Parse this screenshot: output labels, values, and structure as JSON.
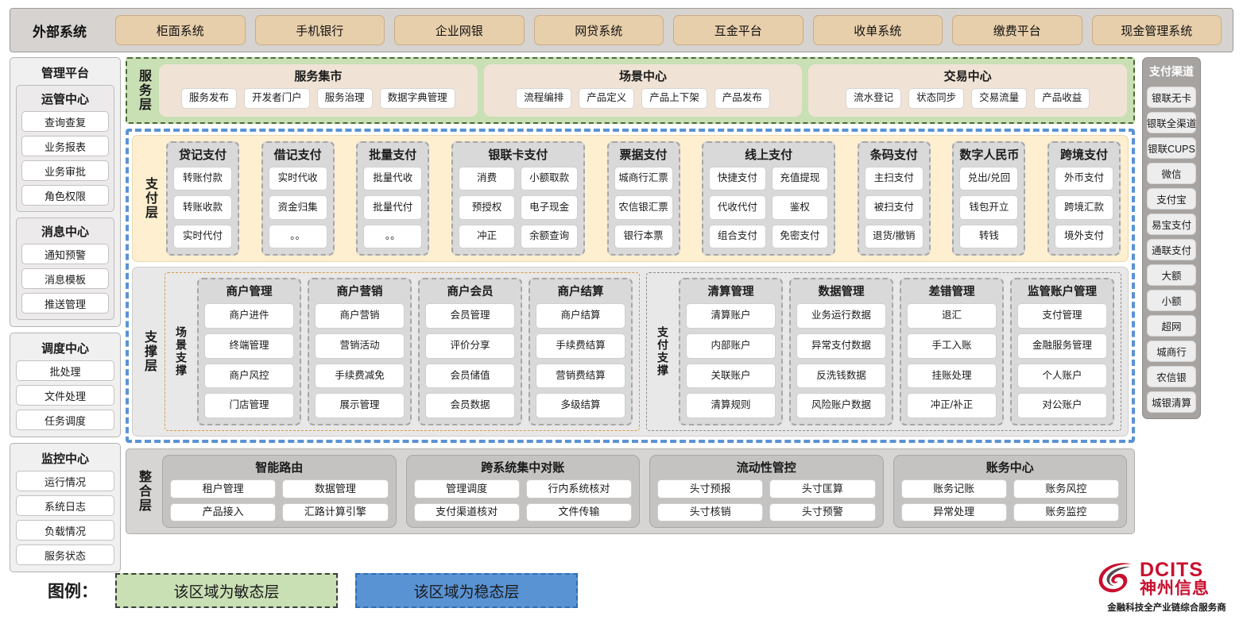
{
  "external": {
    "title": "外部系统",
    "items": [
      "柜面系统",
      "手机银行",
      "企业网银",
      "网贷系统",
      "互金平台",
      "收单系统",
      "缴费平台",
      "现金管理系统"
    ]
  },
  "left": {
    "platform_title": "管理平台",
    "groups": [
      {
        "title": "运管中心",
        "items": [
          "查询查复",
          "业务报表",
          "业务审批",
          "角色权限"
        ]
      },
      {
        "title": "消息中心",
        "items": [
          "通知预警",
          "消息模板",
          "推送管理"
        ]
      }
    ],
    "standalone": [
      {
        "title": "调度中心",
        "items": [
          "批处理",
          "文件处理",
          "任务调度"
        ]
      },
      {
        "title": "监控中心",
        "items": [
          "运行情况",
          "系统日志",
          "负载情况",
          "服务状态"
        ]
      }
    ]
  },
  "service_layer": {
    "label": "服务层",
    "groups": [
      {
        "title": "服务集市",
        "items": [
          "服务发布",
          "开发者门户",
          "服务治理",
          "数据字典管理"
        ]
      },
      {
        "title": "场景中心",
        "items": [
          "流程编排",
          "产品定义",
          "产品上下架",
          "产品发布"
        ]
      },
      {
        "title": "交易中心",
        "items": [
          "流水登记",
          "状态同步",
          "交易流量",
          "产品收益"
        ]
      }
    ]
  },
  "payment_layer": {
    "label": "支付层",
    "groups": [
      {
        "title": "贷记支付",
        "cols": 1,
        "rows": [
          [
            "转账付款"
          ],
          [
            "转账收款"
          ],
          [
            "实时代付"
          ]
        ]
      },
      {
        "title": "借记支付",
        "cols": 1,
        "rows": [
          [
            "实时代收"
          ],
          [
            "资金归集"
          ],
          [
            "。。"
          ]
        ]
      },
      {
        "title": "批量支付",
        "cols": 1,
        "rows": [
          [
            "批量代收"
          ],
          [
            "批量代付"
          ],
          [
            "。。"
          ]
        ]
      },
      {
        "title": "银联卡支付",
        "cols": 2,
        "rows": [
          [
            "消费",
            "小额取款"
          ],
          [
            "预授权",
            "电子现金"
          ],
          [
            "冲正",
            "余额查询"
          ]
        ]
      },
      {
        "title": "票据支付",
        "cols": 1,
        "rows": [
          [
            "城商行汇票"
          ],
          [
            "农信银汇票"
          ],
          [
            "银行本票"
          ]
        ]
      },
      {
        "title": "线上支付",
        "cols": 2,
        "rows": [
          [
            "快捷支付",
            "充值提现"
          ],
          [
            "代收代付",
            "鉴权"
          ],
          [
            "组合支付",
            "免密支付"
          ]
        ]
      },
      {
        "title": "条码支付",
        "cols": 1,
        "rows": [
          [
            "主扫支付"
          ],
          [
            "被扫支付"
          ],
          [
            "退货/撤销"
          ]
        ]
      },
      {
        "title": "数字人民币",
        "cols": 1,
        "rows": [
          [
            "兑出/兑回"
          ],
          [
            "钱包开立"
          ],
          [
            "转钱"
          ]
        ]
      },
      {
        "title": "跨境支付",
        "cols": 1,
        "rows": [
          [
            "外币支付"
          ],
          [
            "跨境汇款"
          ],
          [
            "境外支付"
          ]
        ]
      }
    ]
  },
  "support_layer": {
    "label": "支撑层",
    "scene": {
      "label": "场景支撑",
      "groups": [
        {
          "title": "商户管理",
          "items": [
            "商户进件",
            "终端管理",
            "商户风控",
            "门店管理"
          ]
        },
        {
          "title": "商户营销",
          "items": [
            "商户营销",
            "营销活动",
            "手续费减免",
            "展示管理"
          ]
        },
        {
          "title": "商户会员",
          "items": [
            "会员管理",
            "评价分享",
            "会员储值",
            "会员数据"
          ]
        },
        {
          "title": "商户结算",
          "items": [
            "商户结算",
            "手续费结算",
            "营销费结算",
            "多级结算"
          ]
        }
      ]
    },
    "pay_support": {
      "label": "支付支撑",
      "groups": [
        {
          "title": "清算管理",
          "items": [
            "清算账户",
            "内部账户",
            "关联账户",
            "清算规则"
          ]
        },
        {
          "title": "数据管理",
          "items": [
            "业务运行数据",
            "异常支付数据",
            "反洗钱数据",
            "风险账户数据"
          ]
        },
        {
          "title": "差错管理",
          "items": [
            "退汇",
            "手工入账",
            "挂账处理",
            "冲正/补正"
          ]
        },
        {
          "title": "监管账户管理",
          "items": [
            "支付管理",
            "金融服务管理",
            "个人账户",
            "对公账户"
          ]
        }
      ]
    }
  },
  "integration_layer": {
    "label": "整合层",
    "groups": [
      {
        "title": "智能路由",
        "rows": [
          [
            "租户管理",
            "数据管理"
          ],
          [
            "产品接入",
            "汇路计算引擎"
          ]
        ]
      },
      {
        "title": "跨系统集中对账",
        "rows": [
          [
            "管理调度",
            "行内系统核对"
          ],
          [
            "支付渠道核对",
            "文件传输"
          ]
        ]
      },
      {
        "title": "流动性管控",
        "rows": [
          [
            "头寸预报",
            "头寸匡算"
          ],
          [
            "头寸核销",
            "头寸预警"
          ]
        ]
      },
      {
        "title": "账务中心",
        "rows": [
          [
            "账务记账",
            "账务风控"
          ],
          [
            "异常处理",
            "账务监控"
          ]
        ]
      }
    ]
  },
  "channels": {
    "title": "支付渠道",
    "items": [
      "银联无卡",
      "银联全渠道",
      "银联CUPS",
      "微信",
      "支付宝",
      "易宝支付",
      "通联支付",
      "大额",
      "小额",
      "超网",
      "城商行",
      "农信银",
      "城银清算"
    ]
  },
  "legend": {
    "label": "图例：",
    "agile": "该区域为敏态层",
    "stable": "该区域为稳态层"
  },
  "logo": {
    "en": "DCITS",
    "cn": "神州信息",
    "tagline": "金融科技全产业链综合服务商"
  },
  "colors": {
    "agile_green": "#c9dfb4",
    "stable_blue": "#5a93d4",
    "payment_cream": "#fdefcf",
    "external_tan": "#e8cfab",
    "brand_red": "#c8102e"
  }
}
